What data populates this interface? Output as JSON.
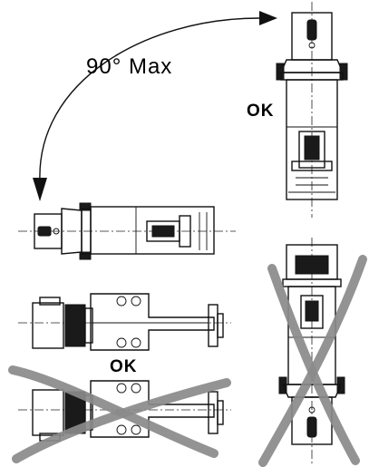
{
  "labels": {
    "rotation_limit": "90° Max",
    "ok_upright": "OK",
    "ok_lower": "OK"
  },
  "colors": {
    "drawing": "#111111",
    "cross": "#8a8a8a",
    "background": "#ffffff"
  },
  "icons": {
    "rotation_arrow": "curved-double-arrow",
    "rejected_mark": "cross-mark"
  }
}
